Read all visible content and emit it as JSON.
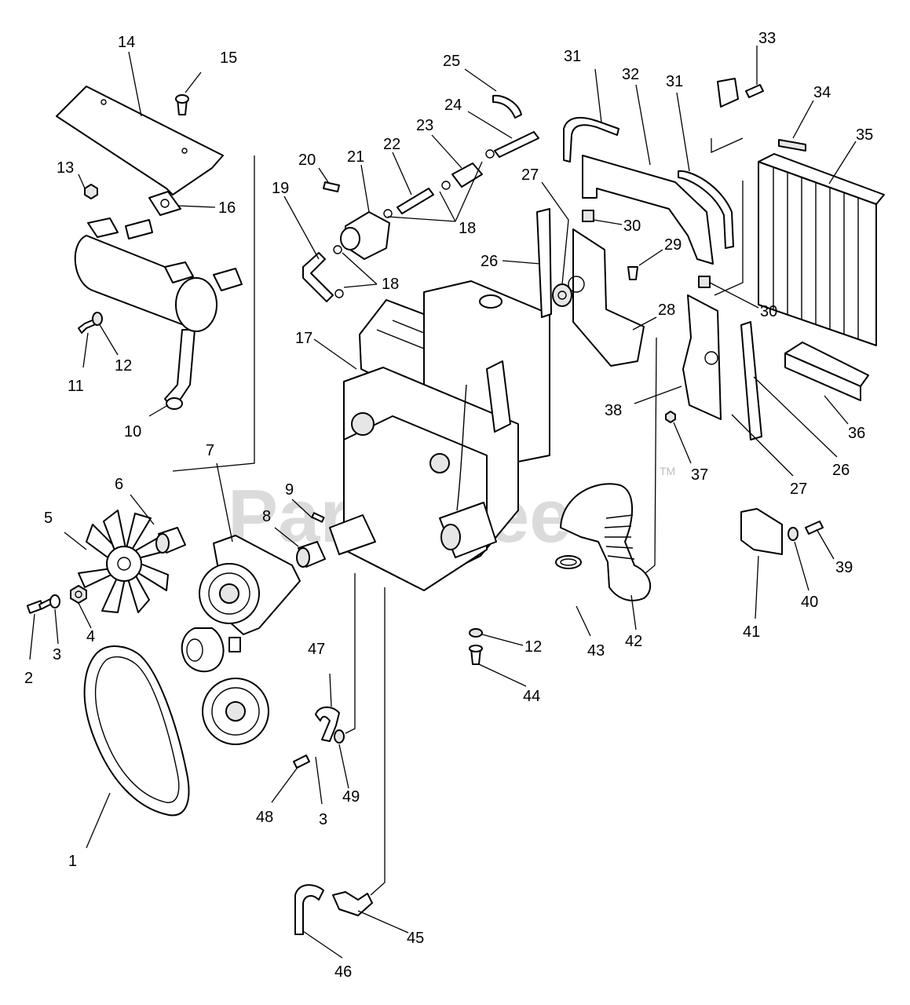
{
  "watermark": {
    "text": "PartsTree",
    "trademark": "TM"
  },
  "callouts": {
    "c1": "1",
    "c2": "2",
    "c3a": "3",
    "c3b": "3",
    "c4": "4",
    "c5": "5",
    "c6": "6",
    "c7": "7",
    "c8": "8",
    "c9": "9",
    "c10": "10",
    "c11": "11",
    "c12a": "12",
    "c12b": "12",
    "c13": "13",
    "c14": "14",
    "c15": "15",
    "c16": "16",
    "c17": "17",
    "c18a": "18",
    "c18b": "18",
    "c19": "19",
    "c20": "20",
    "c21": "21",
    "c22": "22",
    "c23": "23",
    "c24": "24",
    "c25": "25",
    "c26a": "26",
    "c26b": "26",
    "c27a": "27",
    "c27b": "27",
    "c28": "28",
    "c29": "29",
    "c30a": "30",
    "c30b": "30",
    "c31a": "31",
    "c31b": "31",
    "c32": "32",
    "c33": "33",
    "c34": "34",
    "c35": "35",
    "c36": "36",
    "c37": "37",
    "c38": "38",
    "c39": "39",
    "c40": "40",
    "c41": "41",
    "c42": "42",
    "c43": "43",
    "c44": "44",
    "c45": "45",
    "c46": "46",
    "c47": "47",
    "c48": "48",
    "c49": "49"
  }
}
